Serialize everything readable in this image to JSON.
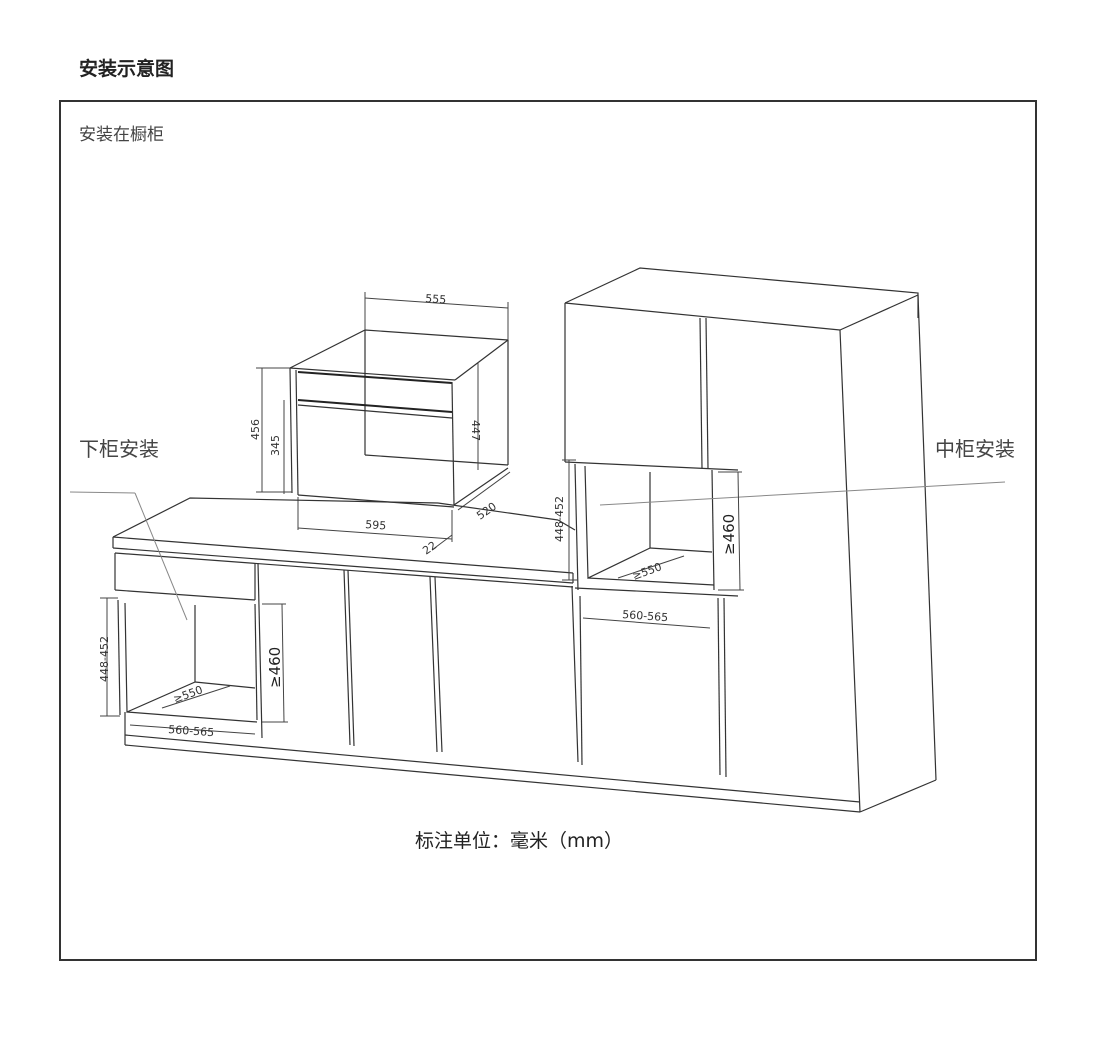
{
  "title": "安装示意图",
  "subtitle": "安装在橱柜",
  "labels": {
    "lower": "下柜安装",
    "middle": "中柜安装",
    "unit_note": "标注单位：毫米（mm）"
  },
  "oven_dimensions": {
    "top_width": "555",
    "front_width": "595",
    "height": "456",
    "door_height": "345",
    "side_depth": "447",
    "depth": "520",
    "door_offset": "22"
  },
  "lower_cabinet": {
    "opening_height": "448-452",
    "min_height": "≥460",
    "min_depth": "≥550",
    "width": "560-565"
  },
  "middle_cabinet": {
    "opening_height": "448-452",
    "min_height": "≥460",
    "min_depth": "≥550",
    "width": "560-565"
  }
}
